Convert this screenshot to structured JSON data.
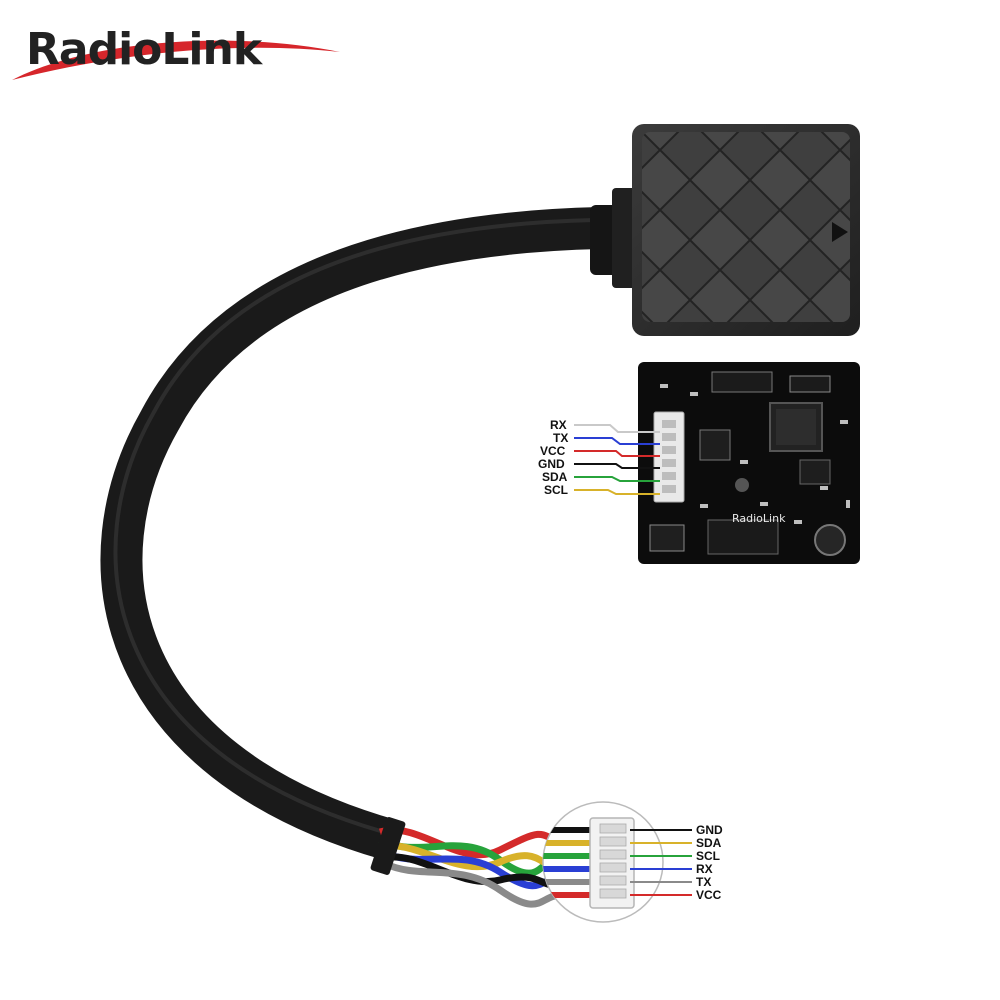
{
  "brand": {
    "name": "RadioLink",
    "swoosh_color": "#d6262b"
  },
  "board": {
    "silkscreen": "RadioLink",
    "pin_labels": [
      "RX",
      "TX",
      "VCC",
      "GND",
      "SDA",
      "SCL"
    ],
    "wire_colors": [
      "#c9c9c9",
      "#2a3fd4",
      "#d42a2a",
      "#111111",
      "#27a33b",
      "#d8b22a"
    ]
  },
  "connector": {
    "pin_labels": [
      "GND",
      "SDA",
      "SCL",
      "RX",
      "TX",
      "VCC"
    ],
    "wire_colors": [
      "#111111",
      "#d8b22a",
      "#27a33b",
      "#2a3fd4",
      "#7a7a7a",
      "#d42a2a"
    ]
  },
  "colors": {
    "cable": "#1c1c1c",
    "module_case": "#2b2b2b",
    "pcb": "#0c0c0c"
  }
}
